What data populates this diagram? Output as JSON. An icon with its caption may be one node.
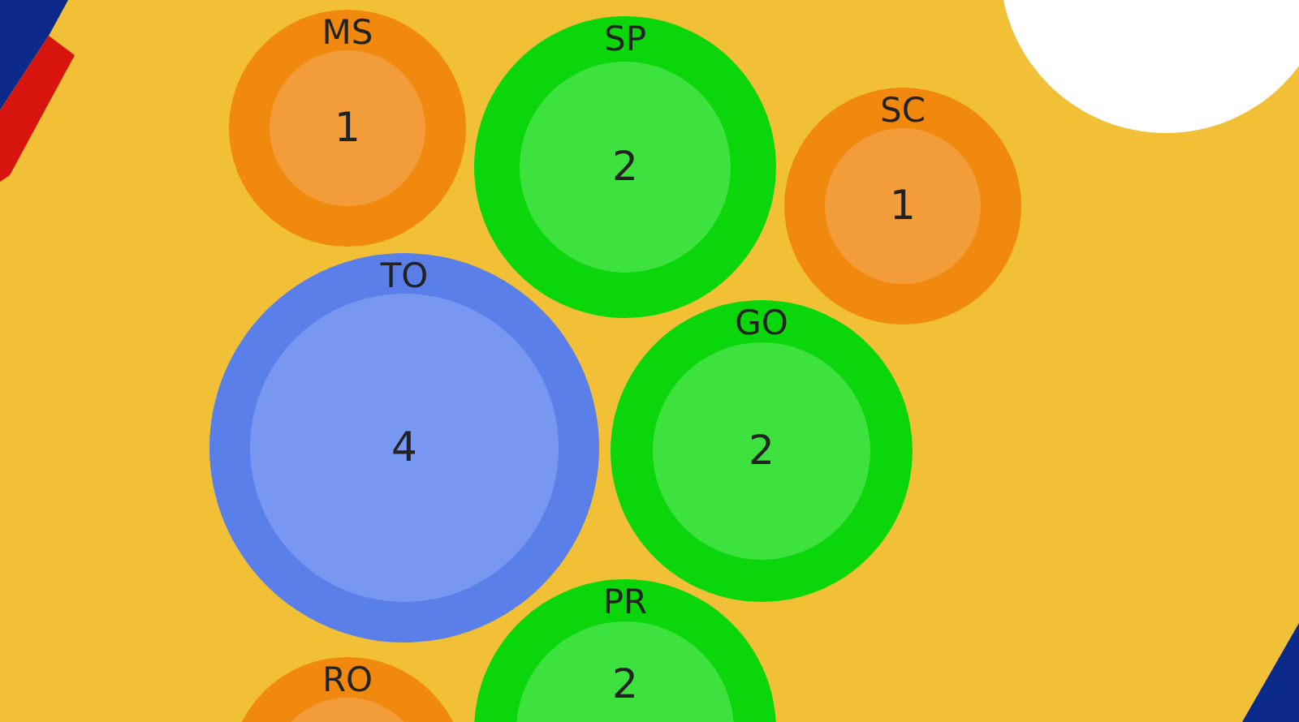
{
  "diagram": {
    "nodes": [
      {
        "text": [
          "MS",
          "1"
        ]
      },
      {
        "text": [
          "SP",
          "2"
        ]
      },
      {
        "text": [
          "SC",
          "1"
        ]
      },
      {
        "text": [
          "TO",
          "4"
        ]
      },
      {
        "text": [
          "GO",
          "2"
        ]
      },
      {
        "text": [
          "RO"
        ]
      },
      {
        "text": [
          "PR",
          "2"
        ]
      }
    ]
  }
}
